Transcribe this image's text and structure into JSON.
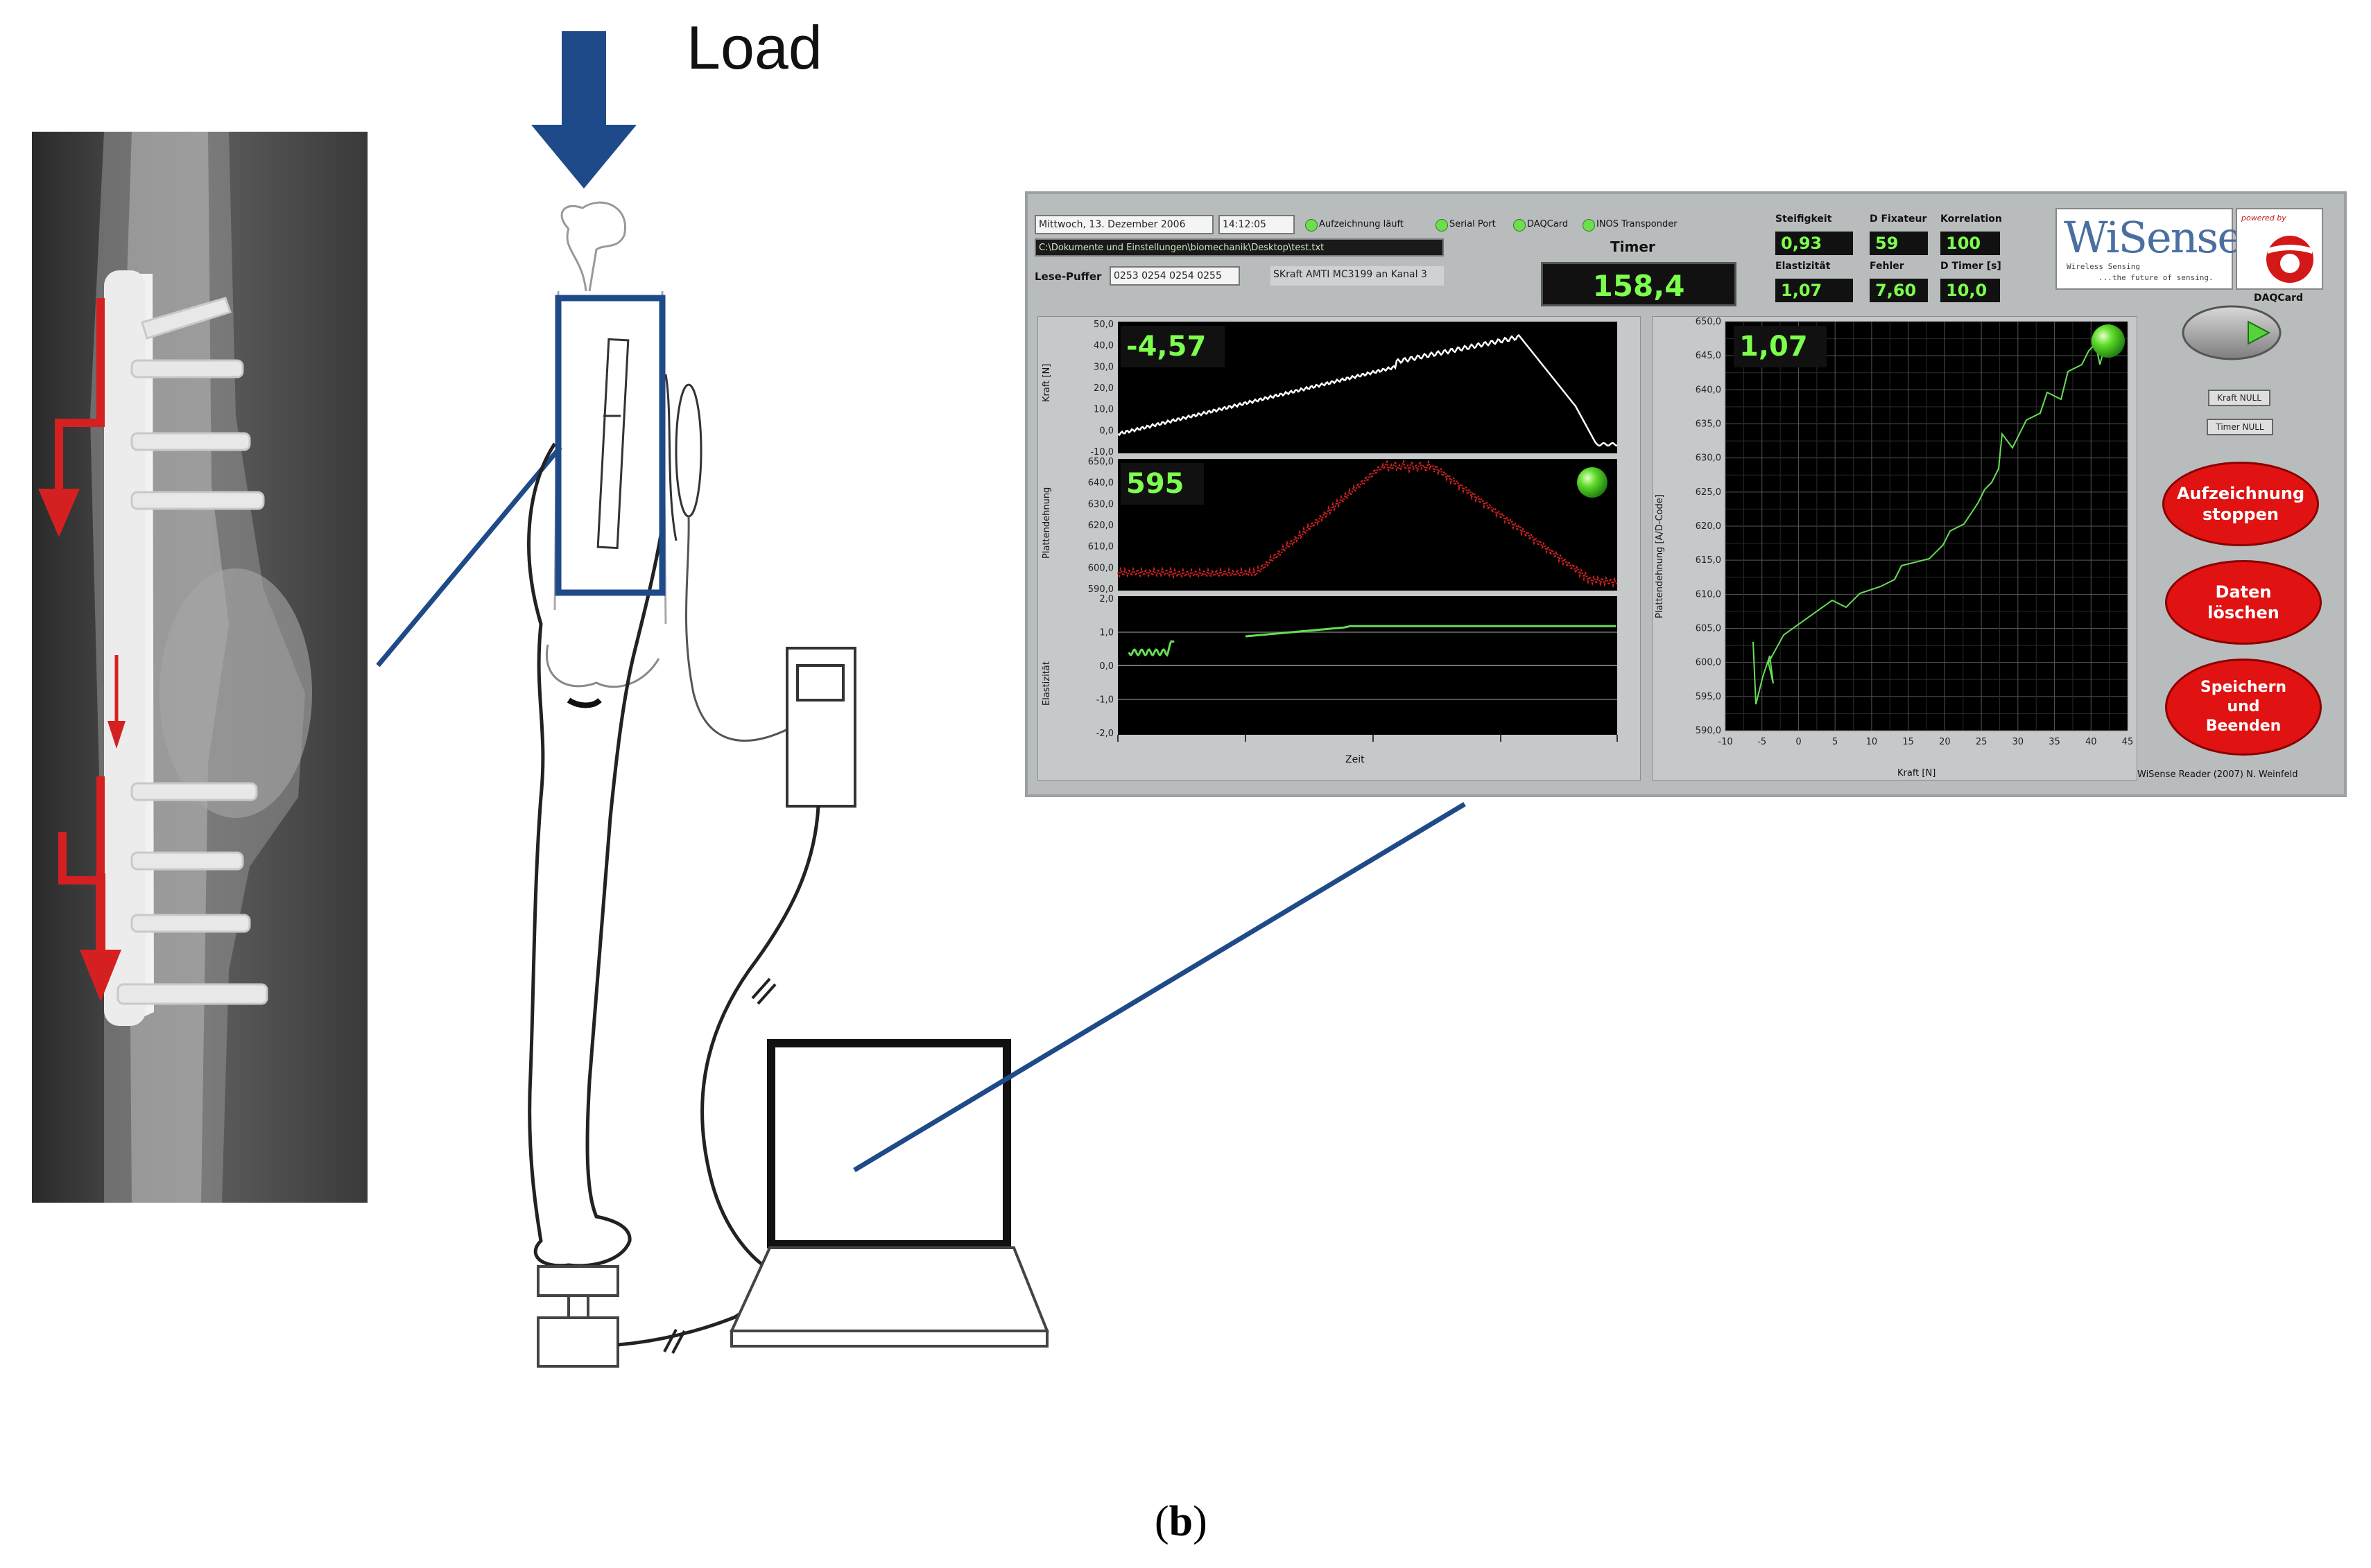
{
  "figure": {
    "load_label": "Load",
    "caption_letter": "b"
  },
  "software": {
    "date_field": "Mittwoch, 13. Dezember 2006",
    "time_field": "14:12:05",
    "path_field": "C:\\Dokumente und Einstellungen\\biomechanik\\Desktop\\test.txt",
    "read_buffer_label": "Lese-Puffer",
    "read_buffer_value": "0253 0254 0254 0255",
    "channel_text": "SKraft AMTI MC3199 an Kanal 3",
    "status_leds": [
      "Aufzeichnung läuft",
      "Serial Port",
      "DAQCard",
      "INOS Transponder"
    ],
    "timer_label": "Timer",
    "timer_value": "158,4",
    "metrics": [
      {
        "label": "Steifigkeit",
        "value": "0,93"
      },
      {
        "label": "D Fixateur",
        "value": "59"
      },
      {
        "label": "Korrelation",
        "value": "100"
      },
      {
        "label": "Elastizität",
        "value": "1,07"
      },
      {
        "label": "Fehler",
        "value": "7,60"
      },
      {
        "label": "D Timer [s]",
        "value": "10,0"
      }
    ],
    "logo_text": "WiSense",
    "logo_sub1": "Wireless Sensing",
    "logo_sub2": "...the future of sensing.",
    "logo_powered": "powered by",
    "daqcard_label": "DAQCard",
    "kraft_null_button": "Kraft NULL",
    "timer_null_button": "Timer NULL",
    "record_stop_button": [
      "Aufzeichnung",
      "stoppen"
    ],
    "delete_data_button": [
      "Daten",
      "löschen"
    ],
    "save_exit_button": [
      "Speichern",
      "und",
      "Beenden"
    ],
    "footer_credit": "WiSense Reader (2007) N. Weinfeld",
    "plot_kraft_value": "-4,57",
    "plot_dehnung_value": "595",
    "plot_elast_value": "1,07",
    "kraft_ylabel": "Kraft [N]",
    "dehnung_ylabel": "Plattendehnung",
    "elast_ylabel": "Elastizität",
    "time_xlabel": "Zeit",
    "xy_xlabel": "Kraft [N]",
    "xy_ylabel": "Plattendehnung [A/D-Code]",
    "kraft_ticks": [
      "50,0",
      "40,0",
      "30,0",
      "20,0",
      "10,0",
      "0,0",
      "-10,0"
    ],
    "dehnung_ticks": [
      "650,0",
      "640,0",
      "630,0",
      "620,0",
      "610,0",
      "600,0",
      "590,0"
    ],
    "elast_ticks": [
      "2,0",
      "1,0",
      "0,0",
      "-1,0",
      "-2,0"
    ],
    "xy_yticks": [
      "650,0",
      "645,0",
      "640,0",
      "635,0",
      "630,0",
      "625,0",
      "620,0",
      "615,0",
      "610,0",
      "605,0",
      "600,0",
      "595,0",
      "590,0"
    ],
    "xy_xticks": [
      "-10",
      "-5",
      "0",
      "5",
      "10",
      "15",
      "20",
      "25",
      "30",
      "35",
      "40",
      "45"
    ],
    "colors": {
      "panel": "#b9bcbd",
      "plot_bg": "#000000",
      "kraft_trace": "#ffffff",
      "dehnung_trace": "#cc2222",
      "elast_trace": "#66dd55",
      "indicator_green": "#7dff4d",
      "button_red": "#e01212",
      "callout_line": "#1f4a8a",
      "load_arrow": "#1f4a8a",
      "xray_arrows": "#d42020"
    }
  }
}
